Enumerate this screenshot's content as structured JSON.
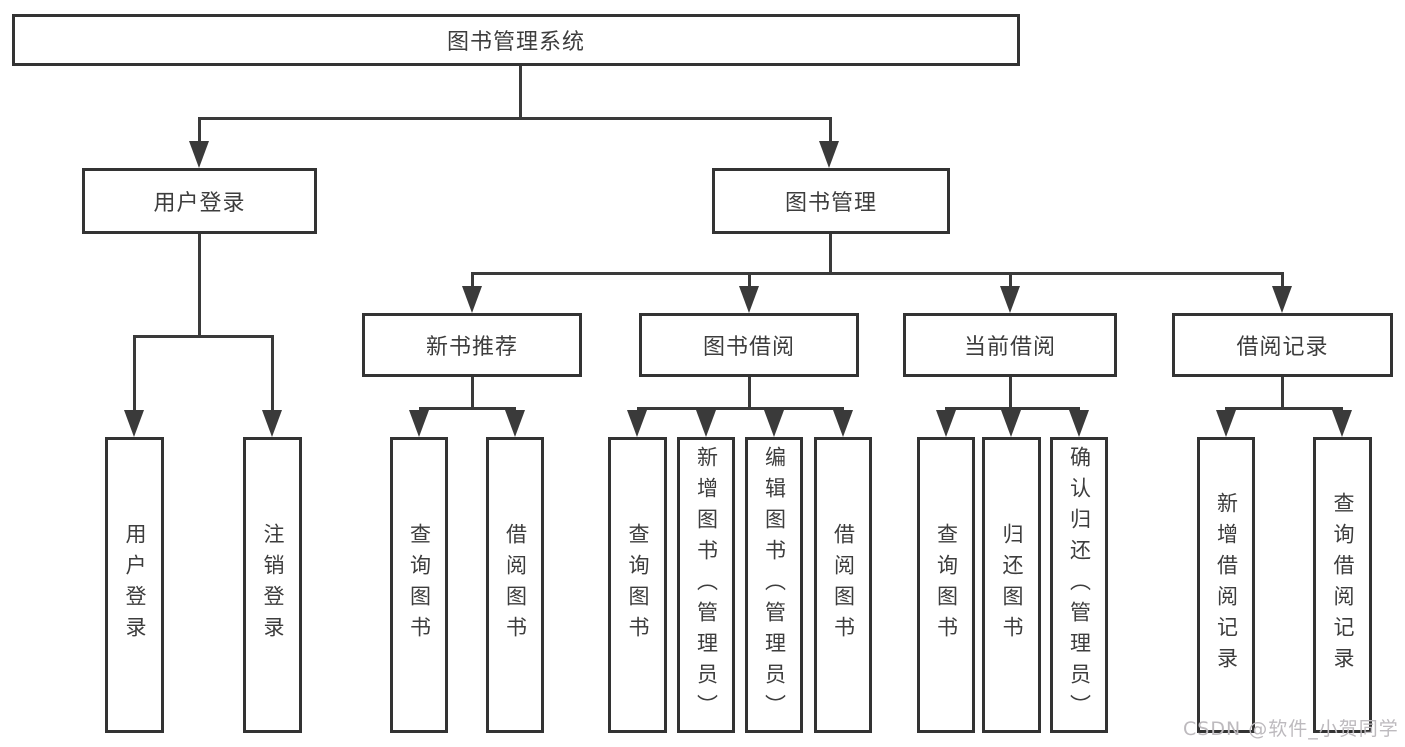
{
  "diagram": {
    "root": {
      "label": "图书管理系统"
    },
    "branches": [
      {
        "label": "用户登录",
        "children": [
          {
            "label": "用户登录"
          },
          {
            "label": "注销登录"
          }
        ]
      },
      {
        "label": "图书管理",
        "children": [
          {
            "label": "新书推荐",
            "children": [
              {
                "label": "查询图书"
              },
              {
                "label": "借阅图书"
              }
            ]
          },
          {
            "label": "图书借阅",
            "children": [
              {
                "label": "查询图书"
              },
              {
                "label": "新增图书（管理员）"
              },
              {
                "label": "编辑图书（管理员）"
              },
              {
                "label": "借阅图书"
              }
            ]
          },
          {
            "label": "当前借阅",
            "children": [
              {
                "label": "查询图书"
              },
              {
                "label": "归还图书"
              },
              {
                "label": "确认归还（管理员）"
              }
            ]
          },
          {
            "label": "借阅记录",
            "children": [
              {
                "label": "新增借阅记录"
              },
              {
                "label": "查询借阅记录"
              }
            ]
          }
        ]
      }
    ]
  },
  "watermark": {
    "text": "CSDN @软件_小贺同学"
  },
  "colors": {
    "line": "#3a3a3a",
    "box_border": "#333333",
    "text": "#3d3d3d",
    "watermark": "#bdbabe",
    "background": "#ffffff"
  }
}
